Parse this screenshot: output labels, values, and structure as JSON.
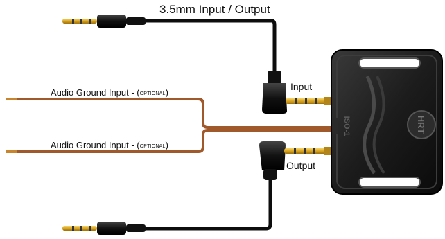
{
  "title": "3.5mm Input / Output",
  "labels": {
    "input": "Input",
    "output": "Output",
    "ground_1_main": "Audio Ground Input - (",
    "ground_1_optional": "OPTIONAL",
    "ground_1_close": ")",
    "ground_2_main": "Audio Ground Input - (",
    "ground_2_optional": "OPTIONAL",
    "ground_2_close": ")"
  },
  "device": {
    "side_text": "ISO-1",
    "logo_text": "HRT"
  },
  "colors": {
    "wire_black": "#0d0d0d",
    "wire_brown": "#a0592b",
    "gold": "#d9a520",
    "device_body": "#1e1e1e"
  }
}
